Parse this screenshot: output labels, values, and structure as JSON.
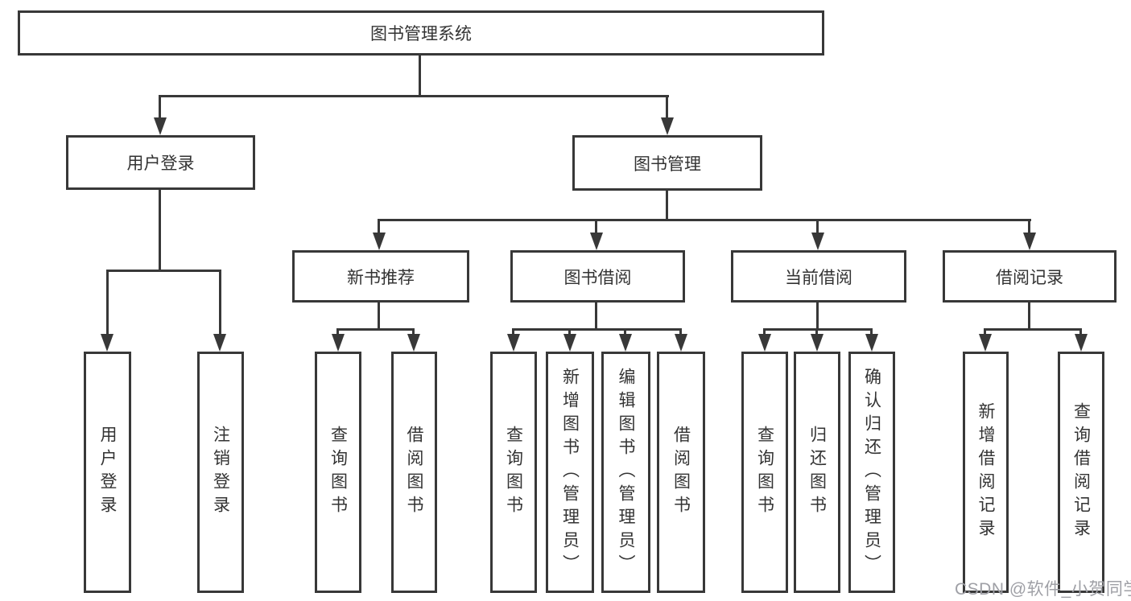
{
  "diagram": {
    "title_node": {
      "label": "图书管理系统"
    },
    "level2": {
      "user_login": {
        "label": "用户登录"
      },
      "book_mgmt": {
        "label": "图书管理"
      }
    },
    "level3": {
      "new_books": {
        "label": "新书推荐"
      },
      "book_borrow": {
        "label": "图书借阅"
      },
      "current_borrow": {
        "label": "当前借阅"
      },
      "borrow_records": {
        "label": "借阅记录"
      }
    },
    "leaves": {
      "user_login": {
        "label": "用户登录"
      },
      "logout": {
        "label": "注销登录"
      },
      "nb_query_books": {
        "label": "查询图书"
      },
      "nb_borrow_books": {
        "label": "借阅图书"
      },
      "bb_query_books": {
        "label": "查询图书"
      },
      "bb_add_books": {
        "label": "新增图书（管理员）"
      },
      "bb_edit_books": {
        "label": "编辑图书（管理员）"
      },
      "bb_borrow_books": {
        "label": "借阅图书"
      },
      "cb_query_books": {
        "label": "查询图书"
      },
      "cb_return_books": {
        "label": "归还图书"
      },
      "cb_confirm_return": {
        "label": "确认归还（管理员）"
      },
      "br_add_record": {
        "label": "新增借阅记录"
      },
      "br_query_record": {
        "label": "查询借阅记录"
      }
    },
    "line_color": "#383838",
    "box_fill": "#ffffff",
    "text_color": "#333333"
  },
  "watermark": {
    "text": "CSDN @软件_小贺同学",
    "color": "#9fa0a6"
  }
}
